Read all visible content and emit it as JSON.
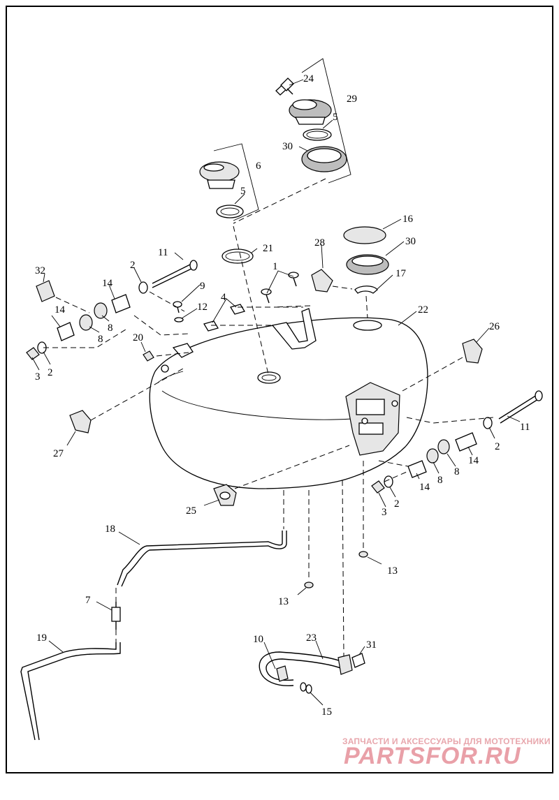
{
  "diagram": {
    "callouts": [
      {
        "id": "c24",
        "label": "24"
      },
      {
        "id": "c29",
        "label": "29"
      },
      {
        "id": "c5a",
        "label": "5"
      },
      {
        "id": "c30a",
        "label": "30"
      },
      {
        "id": "c6",
        "label": "6"
      },
      {
        "id": "c5b",
        "label": "5"
      },
      {
        "id": "c16",
        "label": "16"
      },
      {
        "id": "c30b",
        "label": "30"
      },
      {
        "id": "c28",
        "label": "28"
      },
      {
        "id": "c21",
        "label": "21"
      },
      {
        "id": "c11a",
        "label": "11"
      },
      {
        "id": "c1",
        "label": "1"
      },
      {
        "id": "c17",
        "label": "17"
      },
      {
        "id": "c32",
        "label": "32"
      },
      {
        "id": "c2a",
        "label": "2"
      },
      {
        "id": "c14a",
        "label": "14"
      },
      {
        "id": "c9",
        "label": "9"
      },
      {
        "id": "c4",
        "label": "4"
      },
      {
        "id": "c22",
        "label": "22"
      },
      {
        "id": "c12",
        "label": "12"
      },
      {
        "id": "c14b",
        "label": "14"
      },
      {
        "id": "c8a",
        "label": "8"
      },
      {
        "id": "c8b",
        "label": "8"
      },
      {
        "id": "c26",
        "label": "26"
      },
      {
        "id": "c20",
        "label": "20"
      },
      {
        "id": "c3a",
        "label": "3"
      },
      {
        "id": "c2b",
        "label": "2"
      },
      {
        "id": "c11b",
        "label": "11"
      },
      {
        "id": "c27",
        "label": "27"
      },
      {
        "id": "c2c",
        "label": "2"
      },
      {
        "id": "c14c",
        "label": "14"
      },
      {
        "id": "c8c",
        "label": "8"
      },
      {
        "id": "c8d",
        "label": "8"
      },
      {
        "id": "c14d",
        "label": "14"
      },
      {
        "id": "c2d",
        "label": "2"
      },
      {
        "id": "c3b",
        "label": "3"
      },
      {
        "id": "c25",
        "label": "25"
      },
      {
        "id": "c18",
        "label": "18"
      },
      {
        "id": "c13a",
        "label": "13"
      },
      {
        "id": "c13b",
        "label": "13"
      },
      {
        "id": "c7",
        "label": "7"
      },
      {
        "id": "c19",
        "label": "19"
      },
      {
        "id": "c10",
        "label": "10"
      },
      {
        "id": "c23",
        "label": "23"
      },
      {
        "id": "c31",
        "label": "31"
      },
      {
        "id": "c15",
        "label": "15"
      }
    ]
  },
  "watermark": {
    "tagline": "ЗАПЧАСТИ И АКСЕССУАРЫ ДЛЯ МОТОТЕХНИКИ",
    "logo": "PARTSFOR.RU",
    "color": "#e9a0a8"
  }
}
